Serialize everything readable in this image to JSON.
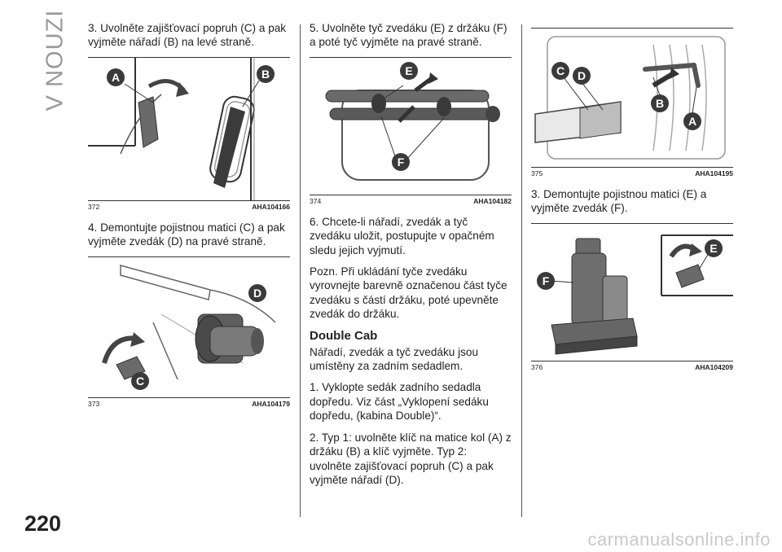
{
  "side_title": "V NOUZI",
  "page_number": "220",
  "watermark": "carmanualsonline.info",
  "col1": {
    "p1": "3. Uvolněte zajišťovací popruh (C) a pak vyjměte nářadí (B) na levé straně.",
    "fig372": {
      "num": "372",
      "code": "AHA104166",
      "labels": {
        "a": "A",
        "b": "B"
      }
    },
    "p2": "4. Demontujte pojistnou matici (C) a pak vyjměte zvedák (D) na pravé straně.",
    "fig373": {
      "num": "373",
      "code": "AHA104179",
      "labels": {
        "d": "D",
        "c": "C"
      }
    }
  },
  "col2": {
    "p1": "5. Uvolněte tyč zvedáku (E) z držáku (F) a poté tyč vyjměte na pravé straně.",
    "fig374": {
      "num": "374",
      "code": "AHA104182",
      "labels": {
        "e": "E",
        "f": "F"
      }
    },
    "p2": "6. Chcete-li nářadí, zvedák a tyč zvedáku uložit, postupujte v opačném sledu jejich vyjmutí.",
    "p3": "Pozn. Při ukládání tyče zvedáku vyrovnejte barevně označenou část tyče zvedáku s částí držáku, poté upevněte zvedák do držáku.",
    "heading": "Double Cab",
    "p4": "Nářadí, zvedák a tyč zvedáku jsou umístěny za zadním sedadlem.",
    "p5": "1. Vyklopte sedák zadního sedadla dopředu. Viz část „Vyklopení sedáku dopředu, (kabina Double)“.",
    "p6": "2. Typ 1: uvolněte klíč na matice kol (A) z držáku (B) a klíč vyjměte. Typ 2: uvolněte zajišťovací popruh (C) a pak vyjměte nářadí (D)."
  },
  "col3": {
    "fig375": {
      "num": "375",
      "code": "AHA104195",
      "labels": {
        "c": "C",
        "d": "D",
        "b": "B",
        "a": "A"
      }
    },
    "p1": "3. Demontujte pojistnou matici (E) a vyjměte zvedák (F).",
    "fig376": {
      "num": "376",
      "code": "AHA104209",
      "labels": {
        "e": "E",
        "f": "F"
      }
    }
  }
}
